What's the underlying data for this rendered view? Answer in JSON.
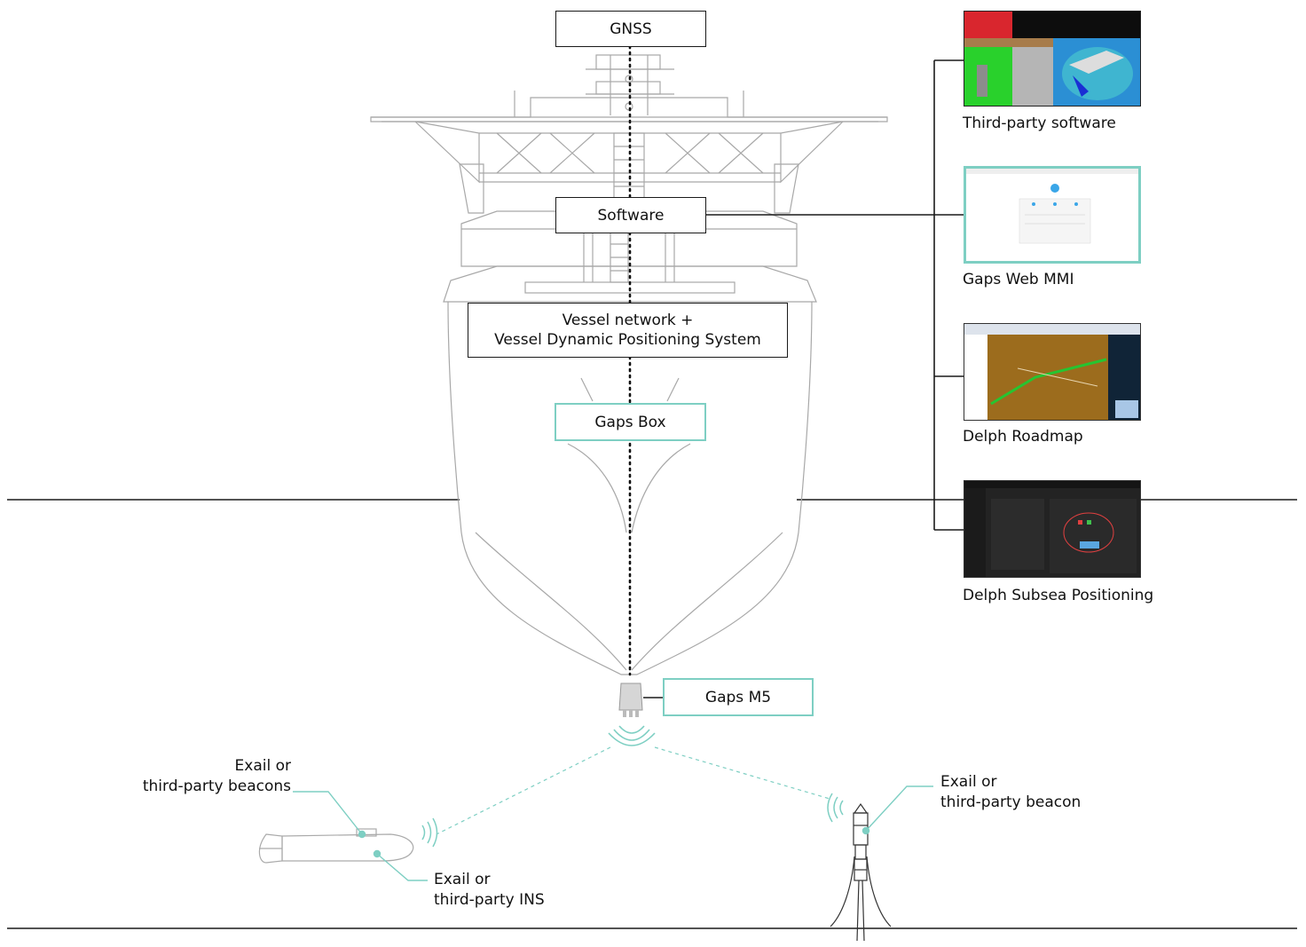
{
  "colors": {
    "accent": "#7ecfc3",
    "line": "#1a1a1a",
    "hull": "#aaaaaa"
  },
  "boxes": {
    "gnss": "GNSS",
    "software": "Software",
    "vessel_line1": "Vessel network +",
    "vessel_line2": "Vessel Dynamic Positioning System",
    "gaps_box": "Gaps Box",
    "gaps_m5": "Gaps M5"
  },
  "software_outputs": [
    {
      "caption": "Third-party software"
    },
    {
      "caption": "Gaps Web MMI"
    },
    {
      "caption": "Delph Roadmap"
    },
    {
      "caption": "Delph Subsea Positioning"
    }
  ],
  "subsea_labels": {
    "beacons_line1": "Exail or",
    "beacons_line2": "third-party beacons",
    "ins_line1": "Exail or",
    "ins_line2": "third-party INS",
    "beacon_line1": "Exail or",
    "beacon_line2": "third-party beacon"
  }
}
